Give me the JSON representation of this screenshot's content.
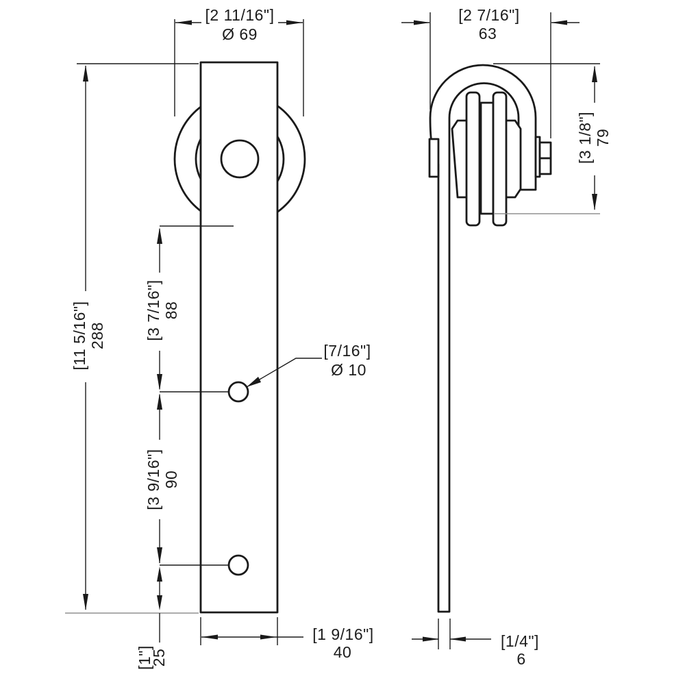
{
  "front_view": {
    "overall_width": {
      "imperial": "[2 11/16\"]",
      "metric": "Ø 69"
    },
    "overall_height": {
      "imperial": "[11 5/16\"]",
      "metric": "288"
    },
    "wheel_to_hole_spacing": {
      "imperial": "[3 7/16\"]",
      "metric": "88"
    },
    "hole_to_hole_spacing": {
      "imperial": "[3 9/16\"]",
      "metric": "90"
    },
    "hole_diameter": {
      "imperial": "[7/16\"]",
      "metric": "Ø 10"
    },
    "strap_width": {
      "imperial": "[1 9/16\"]",
      "metric": "40"
    },
    "bottom_hole_offset": {
      "imperial": "[1\"]",
      "metric": "25"
    }
  },
  "side_view": {
    "overall_depth": {
      "imperial": "[2 7/16\"]",
      "metric": "63"
    },
    "roller_height": {
      "imperial": "[3 1/8\"]",
      "metric": "79"
    },
    "strap_thickness": {
      "imperial": "[1/4\"]",
      "metric": "6"
    }
  },
  "style": {
    "background": "#ffffff",
    "line_color": "#1a1a1a",
    "extension_line_gray": "#909090"
  }
}
